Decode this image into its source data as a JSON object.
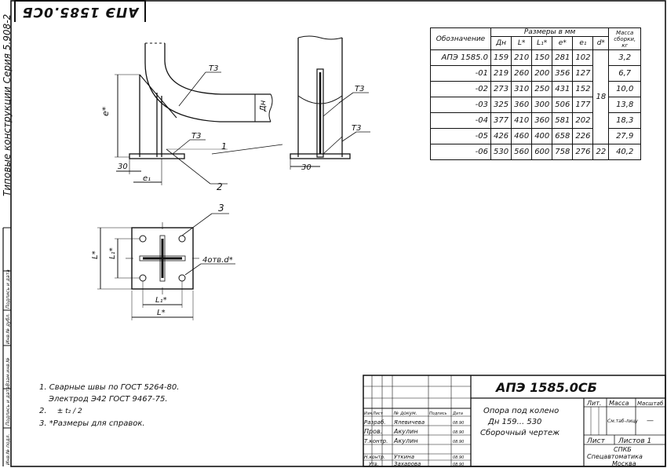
{
  "sheet": {
    "stamp_top": "АПЭ 1585.0СБ",
    "side_series": "Типовые конструкции   Серия 5.908-2"
  },
  "drawing": {
    "view1": {
      "dim_e": "e*",
      "dim_dn": "Дн",
      "dim_30": "30",
      "dim_e1": "e₁",
      "weld_a": "Т3",
      "weld_b": "Т3",
      "callout_1": "1",
      "callout_2": "2"
    },
    "view2": {
      "dim_30": "30",
      "weld_a": "Т3",
      "weld_b": "Т3"
    },
    "plan": {
      "callout_3": "3",
      "dim_L": "L*",
      "dim_L1": "L₁*",
      "dim_L_bottom": "L*",
      "dim_L1_bottom": "L₁*",
      "holes": "4отв.d*"
    }
  },
  "size_table": {
    "col_designation": "Обозначение",
    "group_header": "Размеры в мм",
    "col_mass": "Масса сборки, кг",
    "columns": [
      "Дн",
      "L*",
      "L₁*",
      "e*",
      "e₁",
      "d*"
    ],
    "rows": [
      {
        "name": "АПЭ 1585.0",
        "dn": "159",
        "l": "210",
        "l1": "150",
        "e": "281",
        "e1": "102",
        "d": "",
        "mass": "3,2"
      },
      {
        "name": "-01",
        "dn": "219",
        "l": "260",
        "l1": "200",
        "e": "356",
        "e1": "127",
        "d": "",
        "mass": "6,7"
      },
      {
        "name": "-02",
        "dn": "273",
        "l": "310",
        "l1": "250",
        "e": "431",
        "e1": "152",
        "d": "18",
        "mass": "10,0"
      },
      {
        "name": "-03",
        "dn": "325",
        "l": "360",
        "l1": "300",
        "e": "506",
        "e1": "177",
        "d": "",
        "mass": "13,8"
      },
      {
        "name": "-04",
        "dn": "377",
        "l": "410",
        "l1": "360",
        "e": "581",
        "e1": "202",
        "d": "",
        "mass": "18,3"
      },
      {
        "name": "-05",
        "dn": "426",
        "l": "460",
        "l1": "400",
        "e": "658",
        "e1": "226",
        "d": "",
        "mass": "27,9"
      },
      {
        "name": "-06",
        "dn": "530",
        "l": "560",
        "l1": "600",
        "e": "758",
        "e1": "276",
        "d": "22",
        "mass": "40,2"
      }
    ]
  },
  "notes": {
    "n1": "1. Сварные швы по ГОСТ 5264-80.",
    "n1b": "Электрод Э42  ГОСТ 9467-75.",
    "n2": "2.",
    "n2_frac": "± t₂ / 2",
    "n3": "3. *Размеры для справок."
  },
  "title_block": {
    "designation": "АПЭ 1585.0СБ",
    "title_l1": "Опора под колено",
    "title_l2": "Дн 159... 530",
    "title_l3": "Сборочный чертеж",
    "hdr_izm": "Изм",
    "hdr_list": "Лист",
    "hdr_doc": "№ докум.",
    "hdr_sign": "Подпись",
    "hdr_date": "Дата",
    "roles": [
      {
        "role": "Разраб.",
        "name": "Ялевичева",
        "date": "08.90"
      },
      {
        "role": "Пров.",
        "name": "Акулин",
        "date": "08.90"
      },
      {
        "role": "Т.контр.",
        "name": "Акулин",
        "date": "08.90"
      },
      {
        "role": "Н.контр.",
        "name": "Уткина",
        "date": "08.90"
      },
      {
        "role": "Утв.",
        "name": "Захарова",
        "date": "08.90"
      }
    ],
    "lit_label": "Лит.",
    "mass_label": "Масса",
    "scale_label": "Масштаб",
    "mass_value": "См.таб-лицу",
    "scale_value": "—",
    "sheet_label": "Лист",
    "sheets_label": "Листов 1",
    "org_l1": "СПКБ",
    "org_l2": "Спецавтоматика",
    "org_l3": "Москва"
  },
  "left_strip": {
    "f1": "Инв.№ подл.",
    "f2": "Подпись и дата",
    "f3": "Взам.инв.№",
    "f4": "Инв.№ дубл.",
    "f5": "Подпись и дата"
  }
}
